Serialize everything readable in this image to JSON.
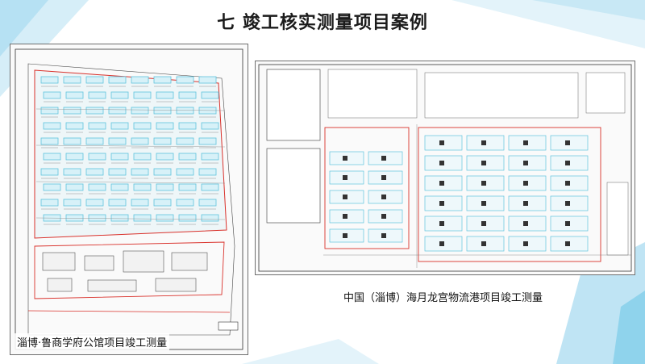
{
  "slide": {
    "title": "七  竣工核实测量项目案例",
    "projects": [
      {
        "caption": "淄博·鲁商学府公馆项目竣工测量"
      },
      {
        "caption": "中国（淄博）海月龙宫物流港项目竣工测量"
      }
    ]
  },
  "colors": {
    "accent_blue": "#8fd3ec",
    "title_text": "#1b1b1b",
    "boundary_red": "#d9312b",
    "building_cyan": "#5fc3dd"
  }
}
